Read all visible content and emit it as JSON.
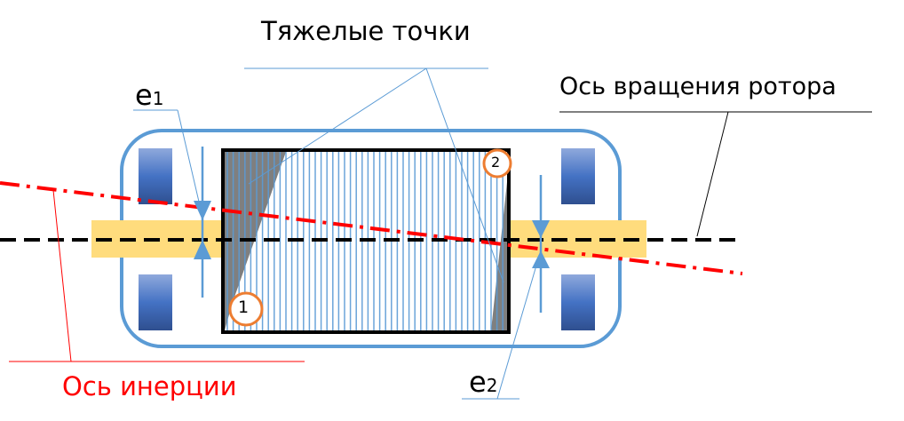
{
  "labels": {
    "heavy_points": "Тяжелые точки",
    "rotation_axis": "Ось вращения ротора",
    "inertia_axis": "Ось инерции",
    "e1_main": "e",
    "e1_sub": "1",
    "e2_main": "e",
    "e2_sub": "2",
    "point1": "1",
    "point2": "2"
  },
  "colors": {
    "frame": "#5b9bd5",
    "band": "#ffdc7d",
    "inertia": "#ff0000",
    "marker": "#ed7d31",
    "heavy": "#7f7f7f"
  }
}
